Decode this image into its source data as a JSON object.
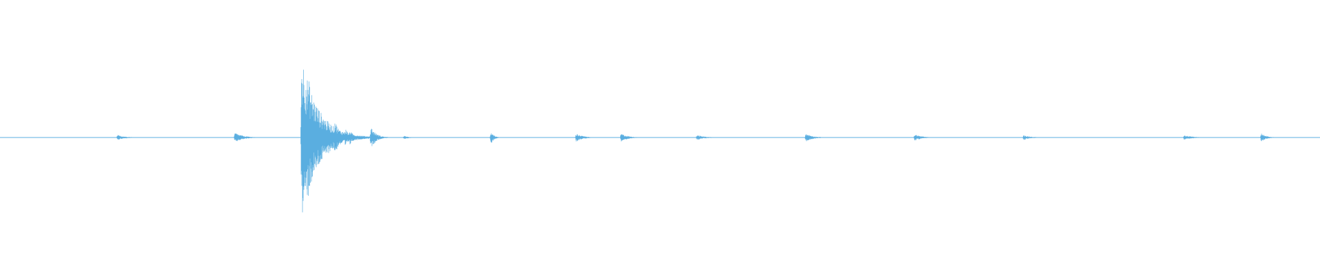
{
  "waveform": {
    "color": "#5aaee0",
    "baseline_amplitude": 0.004,
    "burst_events": [
      {
        "t": 0.089,
        "peak": 0.03,
        "decay": 0.006
      },
      {
        "t": 0.178,
        "peak": 0.06,
        "decay": 0.006
      },
      {
        "t": 0.2285,
        "peak": 1.0,
        "decay": 0.012
      },
      {
        "t": 0.2335,
        "peak": 0.72,
        "decay": 0.008
      },
      {
        "t": 0.2535,
        "peak": 0.22,
        "decay": 0.004
      },
      {
        "t": 0.2615,
        "peak": 0.12,
        "decay": 0.003
      },
      {
        "t": 0.265,
        "peak": 0.09,
        "decay": 0.003
      },
      {
        "t": 0.281,
        "peak": 0.13,
        "decay": 0.004
      },
      {
        "t": 0.306,
        "peak": 0.02,
        "decay": 0.004
      },
      {
        "t": 0.372,
        "peak": 0.09,
        "decay": 0.002
      },
      {
        "t": 0.4365,
        "peak": 0.05,
        "decay": 0.005
      },
      {
        "t": 0.4705,
        "peak": 0.05,
        "decay": 0.005
      },
      {
        "t": 0.528,
        "peak": 0.03,
        "decay": 0.006
      },
      {
        "t": 0.6105,
        "peak": 0.05,
        "decay": 0.005
      },
      {
        "t": 0.693,
        "peak": 0.04,
        "decay": 0.005
      },
      {
        "t": 0.7755,
        "peak": 0.03,
        "decay": 0.005
      },
      {
        "t": 0.897,
        "peak": 0.03,
        "decay": 0.006
      },
      {
        "t": 0.9555,
        "peak": 0.05,
        "decay": 0.004
      }
    ]
  }
}
